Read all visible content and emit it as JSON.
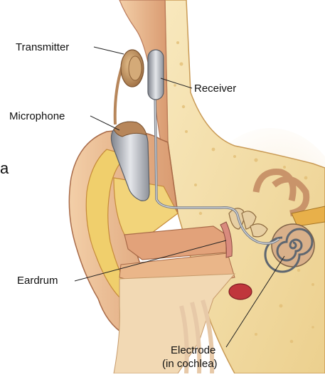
{
  "labels": {
    "transmitter": "Transmitter",
    "receiver": "Receiver",
    "microphone": "Microphone",
    "eardrum": "Eardrum",
    "electrode_line1": "Electrode",
    "electrode_line2": "(in cochlea)"
  },
  "edge_text": "a",
  "colors": {
    "skin": "#e9b98f",
    "skin_dark": "#c98a62",
    "bone": "#f1d79a",
    "bone_light": "#f7e6b8",
    "cartilage": "#f0cf6c",
    "canal": "#e2a27a",
    "device_silver": "#b9bcc4",
    "device_bronze": "#b7865a",
    "wire": "#8a8f99",
    "cochlea": "#d9b08a",
    "membrane_red": "#c0363c"
  }
}
